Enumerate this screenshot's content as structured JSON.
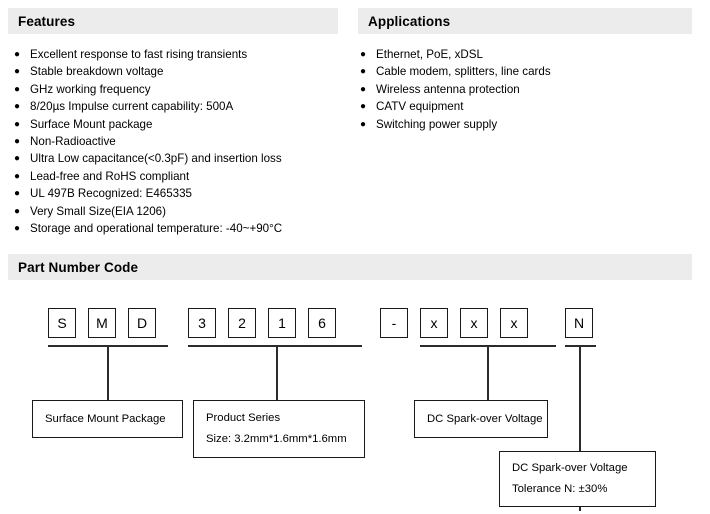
{
  "sections": {
    "features": {
      "title": "Features",
      "bullet_glyph": "●",
      "items": [
        "Excellent response to fast rising transients",
        "Stable breakdown voltage",
        "GHz working frequency",
        "8/20µs Impulse current capability: 500A",
        "Surface Mount package",
        "Non-Radioactive",
        "Ultra Low capacitance(<0.3pF) and insertion loss",
        "Lead-free and RoHS compliant",
        "UL 497B Recognized: E465335",
        "Very Small Size(EIA 1206)",
        "Storage and operational temperature: -40~+90°C"
      ]
    },
    "applications": {
      "title": "Applications",
      "bullet_glyph": "●",
      "items": [
        "Ethernet,   PoE,   xDSL",
        "Cable modem, splitters, line cards",
        "Wireless antenna protection",
        "CATV equipment",
        "Switching power supply"
      ]
    },
    "part_number_code": {
      "title": "Part Number Code",
      "characters": [
        {
          "value": "S",
          "group": "package"
        },
        {
          "value": "M",
          "group": "package"
        },
        {
          "value": "D",
          "group": "package"
        },
        {
          "value": "3",
          "group": "series"
        },
        {
          "value": "2",
          "group": "series"
        },
        {
          "value": "1",
          "group": "series"
        },
        {
          "value": "6",
          "group": "series"
        },
        {
          "value": "-",
          "group": "separator"
        },
        {
          "value": "x",
          "group": "voltage"
        },
        {
          "value": "x",
          "group": "voltage"
        },
        {
          "value": "x",
          "group": "voltage"
        },
        {
          "value": "N",
          "group": "tolerance"
        }
      ],
      "callouts": [
        {
          "id": "package",
          "lines": [
            "Surface Mount Package"
          ]
        },
        {
          "id": "series",
          "lines": [
            "Product Series",
            "Size: 3.2mm*1.6mm*1.6mm"
          ]
        },
        {
          "id": "voltage",
          "lines": [
            "DC Spark-over Voltage"
          ]
        },
        {
          "id": "tolerance",
          "lines": [
            "DC Spark-over Voltage",
            "Tolerance   N: ±30%"
          ]
        }
      ]
    }
  },
  "colors": {
    "header_bar_bg": "#ececec",
    "line": "#2b2b2b",
    "text": "#000000",
    "page_bg": "#ffffff"
  }
}
